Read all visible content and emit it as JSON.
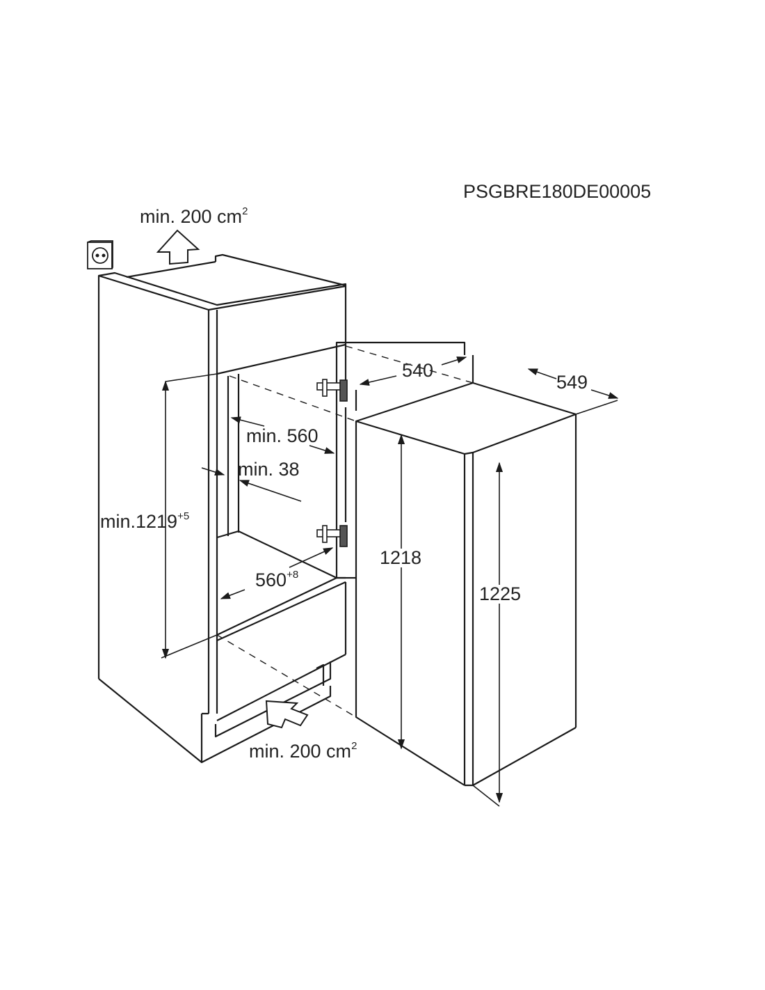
{
  "diagram": {
    "code": "PSGBRE180DE00005",
    "labels": {
      "vent_top": {
        "text": "min. 200 cm",
        "sup": "2"
      },
      "vent_bottom": {
        "text": "min. 200 cm",
        "sup": "2"
      },
      "niche_height": {
        "text": "min.1219",
        "sup": "+5"
      },
      "niche_depth": {
        "text": "min. 560"
      },
      "wall_thickness": {
        "text": "min. 38"
      },
      "niche_width": {
        "text": "560",
        "sup": "+8"
      },
      "appliance_width": {
        "text": "540"
      },
      "appliance_depth": {
        "text": "549"
      },
      "appliance_body_height": {
        "text": "1218"
      },
      "appliance_total_height": {
        "text": "1225"
      }
    },
    "icons": [
      "power-socket-icon",
      "airflow-arrow-up-icon",
      "airflow-arrow-in-icon",
      "hinge-icon"
    ],
    "line_color": "#1a1a1a"
  }
}
